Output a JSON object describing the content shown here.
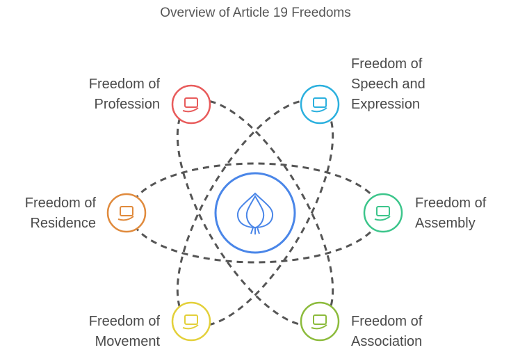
{
  "title": "Overview of Article 19 Freedoms",
  "nodes": {
    "profession": {
      "label": "Freedom of Profession",
      "l1": "Freedom of",
      "l2": "Profession",
      "color": "#e85b5b",
      "icon": "briefcase-hand-icon"
    },
    "speech": {
      "label": "Freedom of Speech and Expression",
      "l1": "Freedom of",
      "l2": "Speech and",
      "l3": "Expression",
      "color": "#2bb0de",
      "icon": "megaphone-person-icon"
    },
    "residence": {
      "label": "Freedom of Residence",
      "l1": "Freedom of",
      "l2": "Residence",
      "color": "#e08a3c",
      "icon": "house-globe-icon"
    },
    "assembly": {
      "label": "Freedom of Assembly",
      "l1": "Freedom of",
      "l2": "Assembly",
      "color": "#3cc58b",
      "icon": "crowd-icon"
    },
    "movement": {
      "label": "Freedom of Movement",
      "l1": "Freedom of",
      "l2": "Movement",
      "color": "#e3d03a",
      "icon": "footprints-icon"
    },
    "association": {
      "label": "Freedom of Association",
      "l1": "Freedom of",
      "l2": "Association",
      "color": "#8cbb3c",
      "icon": "network-icon"
    }
  },
  "center": {
    "color": "#4a86e8",
    "icon": "onion-icon"
  }
}
